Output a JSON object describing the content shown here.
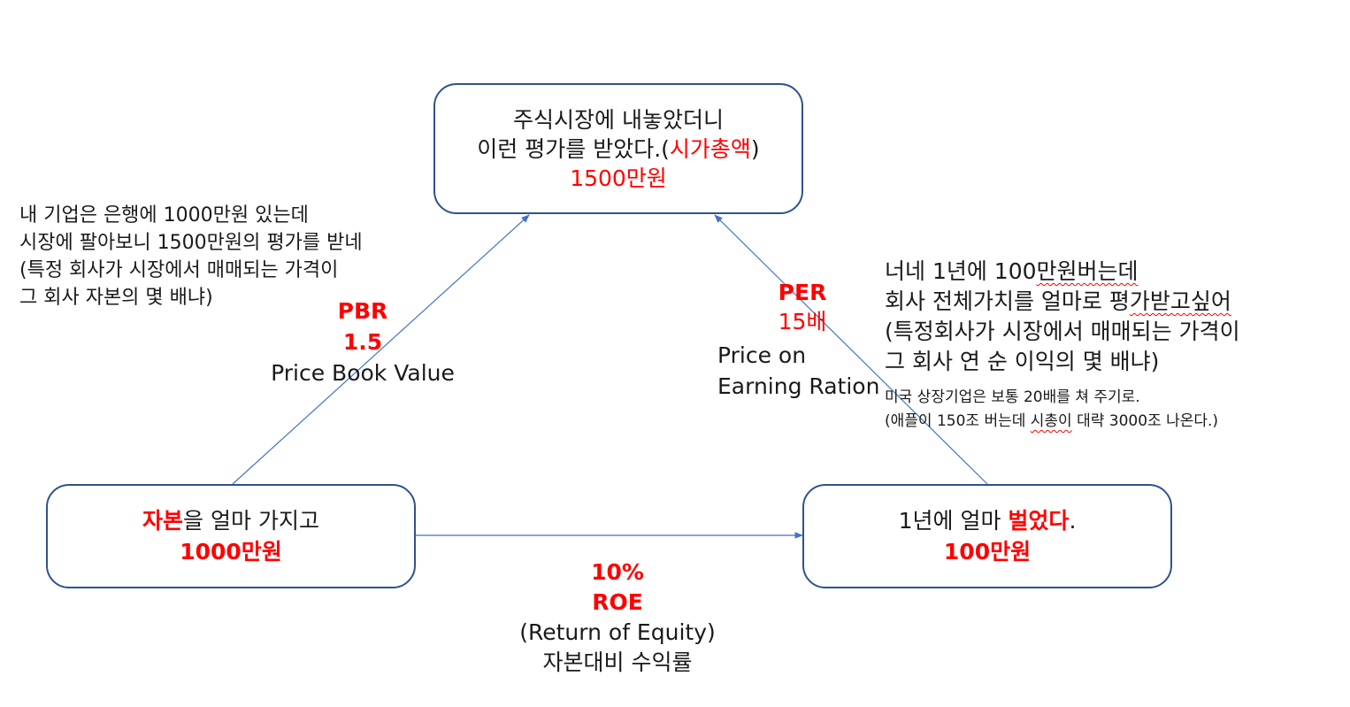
{
  "boxes": {
    "top": {
      "line1": "주식시장에 내놓았더니",
      "line2_prefix": "이런 평가를 받았다.(",
      "line2_highlight": "시가총액",
      "line2_suffix": ")",
      "value": "1500만원"
    },
    "left": {
      "highlight": "자본",
      "rest": "을 얼마 가지고",
      "value": "1000만원"
    },
    "right": {
      "prefix": "1년에 얼마 ",
      "highlight": "벌었다",
      "suffix": ".",
      "value": "100만원"
    }
  },
  "pbr": {
    "abbr": "PBR",
    "value": "1.5",
    "full": "Price Book Value"
  },
  "per": {
    "abbr": "PER",
    "value": "15배",
    "full_line1": "Price on",
    "full_line2": "Earning Ration"
  },
  "roe": {
    "value": "10%",
    "abbr": "ROE",
    "full": "(Return of Equity)",
    "korean": "자본대비 수익률"
  },
  "left_note": {
    "lines": [
      "내 기업은 은행에 1000만원 있는데",
      "시장에 팔아보니 1500만원의 평가를 받네",
      "(특정 회사가 시장에서 매매되는 가격이",
      "그 회사 자본의 몇 배냐)"
    ]
  },
  "right_note": {
    "line1_a": "너네 1년에 100",
    "line1_b": "만원버는데",
    "line2_a": "회사 전체가치를 얼마로 평",
    "line2_b": "가받고싶어",
    "line3": "(특정회사가 시장에서 매매되는 가격이",
    "line4": "그 회사 연 순 이익의 몇 배냐)",
    "small1": "미국 상장기업은 보통 20배를 쳐 주기로.",
    "small2_a": "(애플이 150조 버는데 ",
    "small2_b": "시총이",
    "small2_c": " 대략 3000조 나온다.)"
  },
  "colors": {
    "box_border": "#2f528f",
    "arrow": "#4472c4",
    "accent": "#ff0000"
  }
}
